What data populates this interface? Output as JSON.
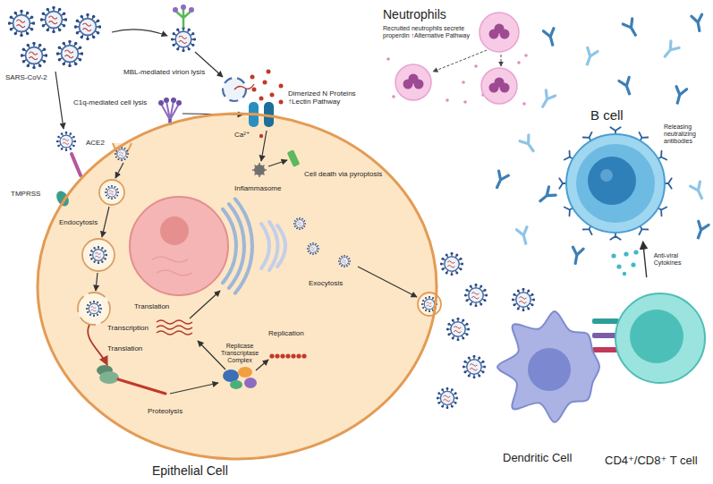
{
  "diagram": {
    "nodes": [
      {
        "text": [
          "Epithelial Cell"
        ]
      },
      {
        "text": [
          "Neutrophils",
          "Recruited neutrophils secrete properdin ↑Alternative Pathway"
        ]
      },
      {
        "text": [
          "B cell",
          "Releasing neutralizing antibodies"
        ]
      },
      {
        "text": [
          "Dendritic Cell"
        ]
      },
      {
        "text": [
          "CD4⁺/CD8⁺ T cell"
        ]
      }
    ],
    "edges": [
      {
        "from": 4,
        "to": 2,
        "arrow": "to",
        "label": "Anti-viral Cytokines"
      }
    ],
    "labels": [
      "SARS-CoV-2",
      "MBL-mediated virion lysis",
      "C1q-mediated cell lysis",
      "Dimerized N Proteins ↑Lectin Pathway",
      "ACE2",
      "Ca²⁺",
      "Cell death via pyroptosis",
      "TMPRSS",
      "Inflammasome",
      "Endocytosis",
      "Exocytosis",
      "Translation",
      "Transcription",
      "Replication",
      "Replicase Transcriptase Complex",
      "Translation",
      "Proteolysis"
    ]
  }
}
